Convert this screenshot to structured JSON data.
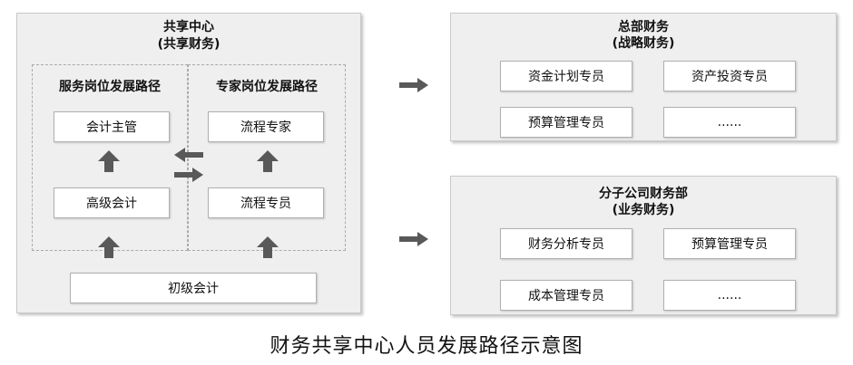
{
  "shared_center": {
    "title": "共享中心",
    "subtitle": "(共享财务)",
    "service_path": {
      "title": "服务岗位发展路径",
      "top": "会计主管",
      "bottom": "高级会计"
    },
    "expert_path": {
      "title": "专家岗位发展路径",
      "top": "流程专家",
      "bottom": "流程专员"
    },
    "base": "初级会计"
  },
  "hq_finance": {
    "title": "总部财务",
    "subtitle": "(战略财务)",
    "roles": [
      "资金计划专员",
      "资产投资专员",
      "预算管理专员",
      "......"
    ]
  },
  "branch_finance": {
    "title": "分子公司财务部",
    "subtitle": "(业务财务)",
    "roles": [
      "财务分析专员",
      "预算管理专员",
      "成本管理专员",
      "......"
    ]
  },
  "caption": "财务共享中心人员发展路径示意图",
  "colors": {
    "arrow": "#595959",
    "panel": "#efefef",
    "border": "#c9c9c9"
  }
}
